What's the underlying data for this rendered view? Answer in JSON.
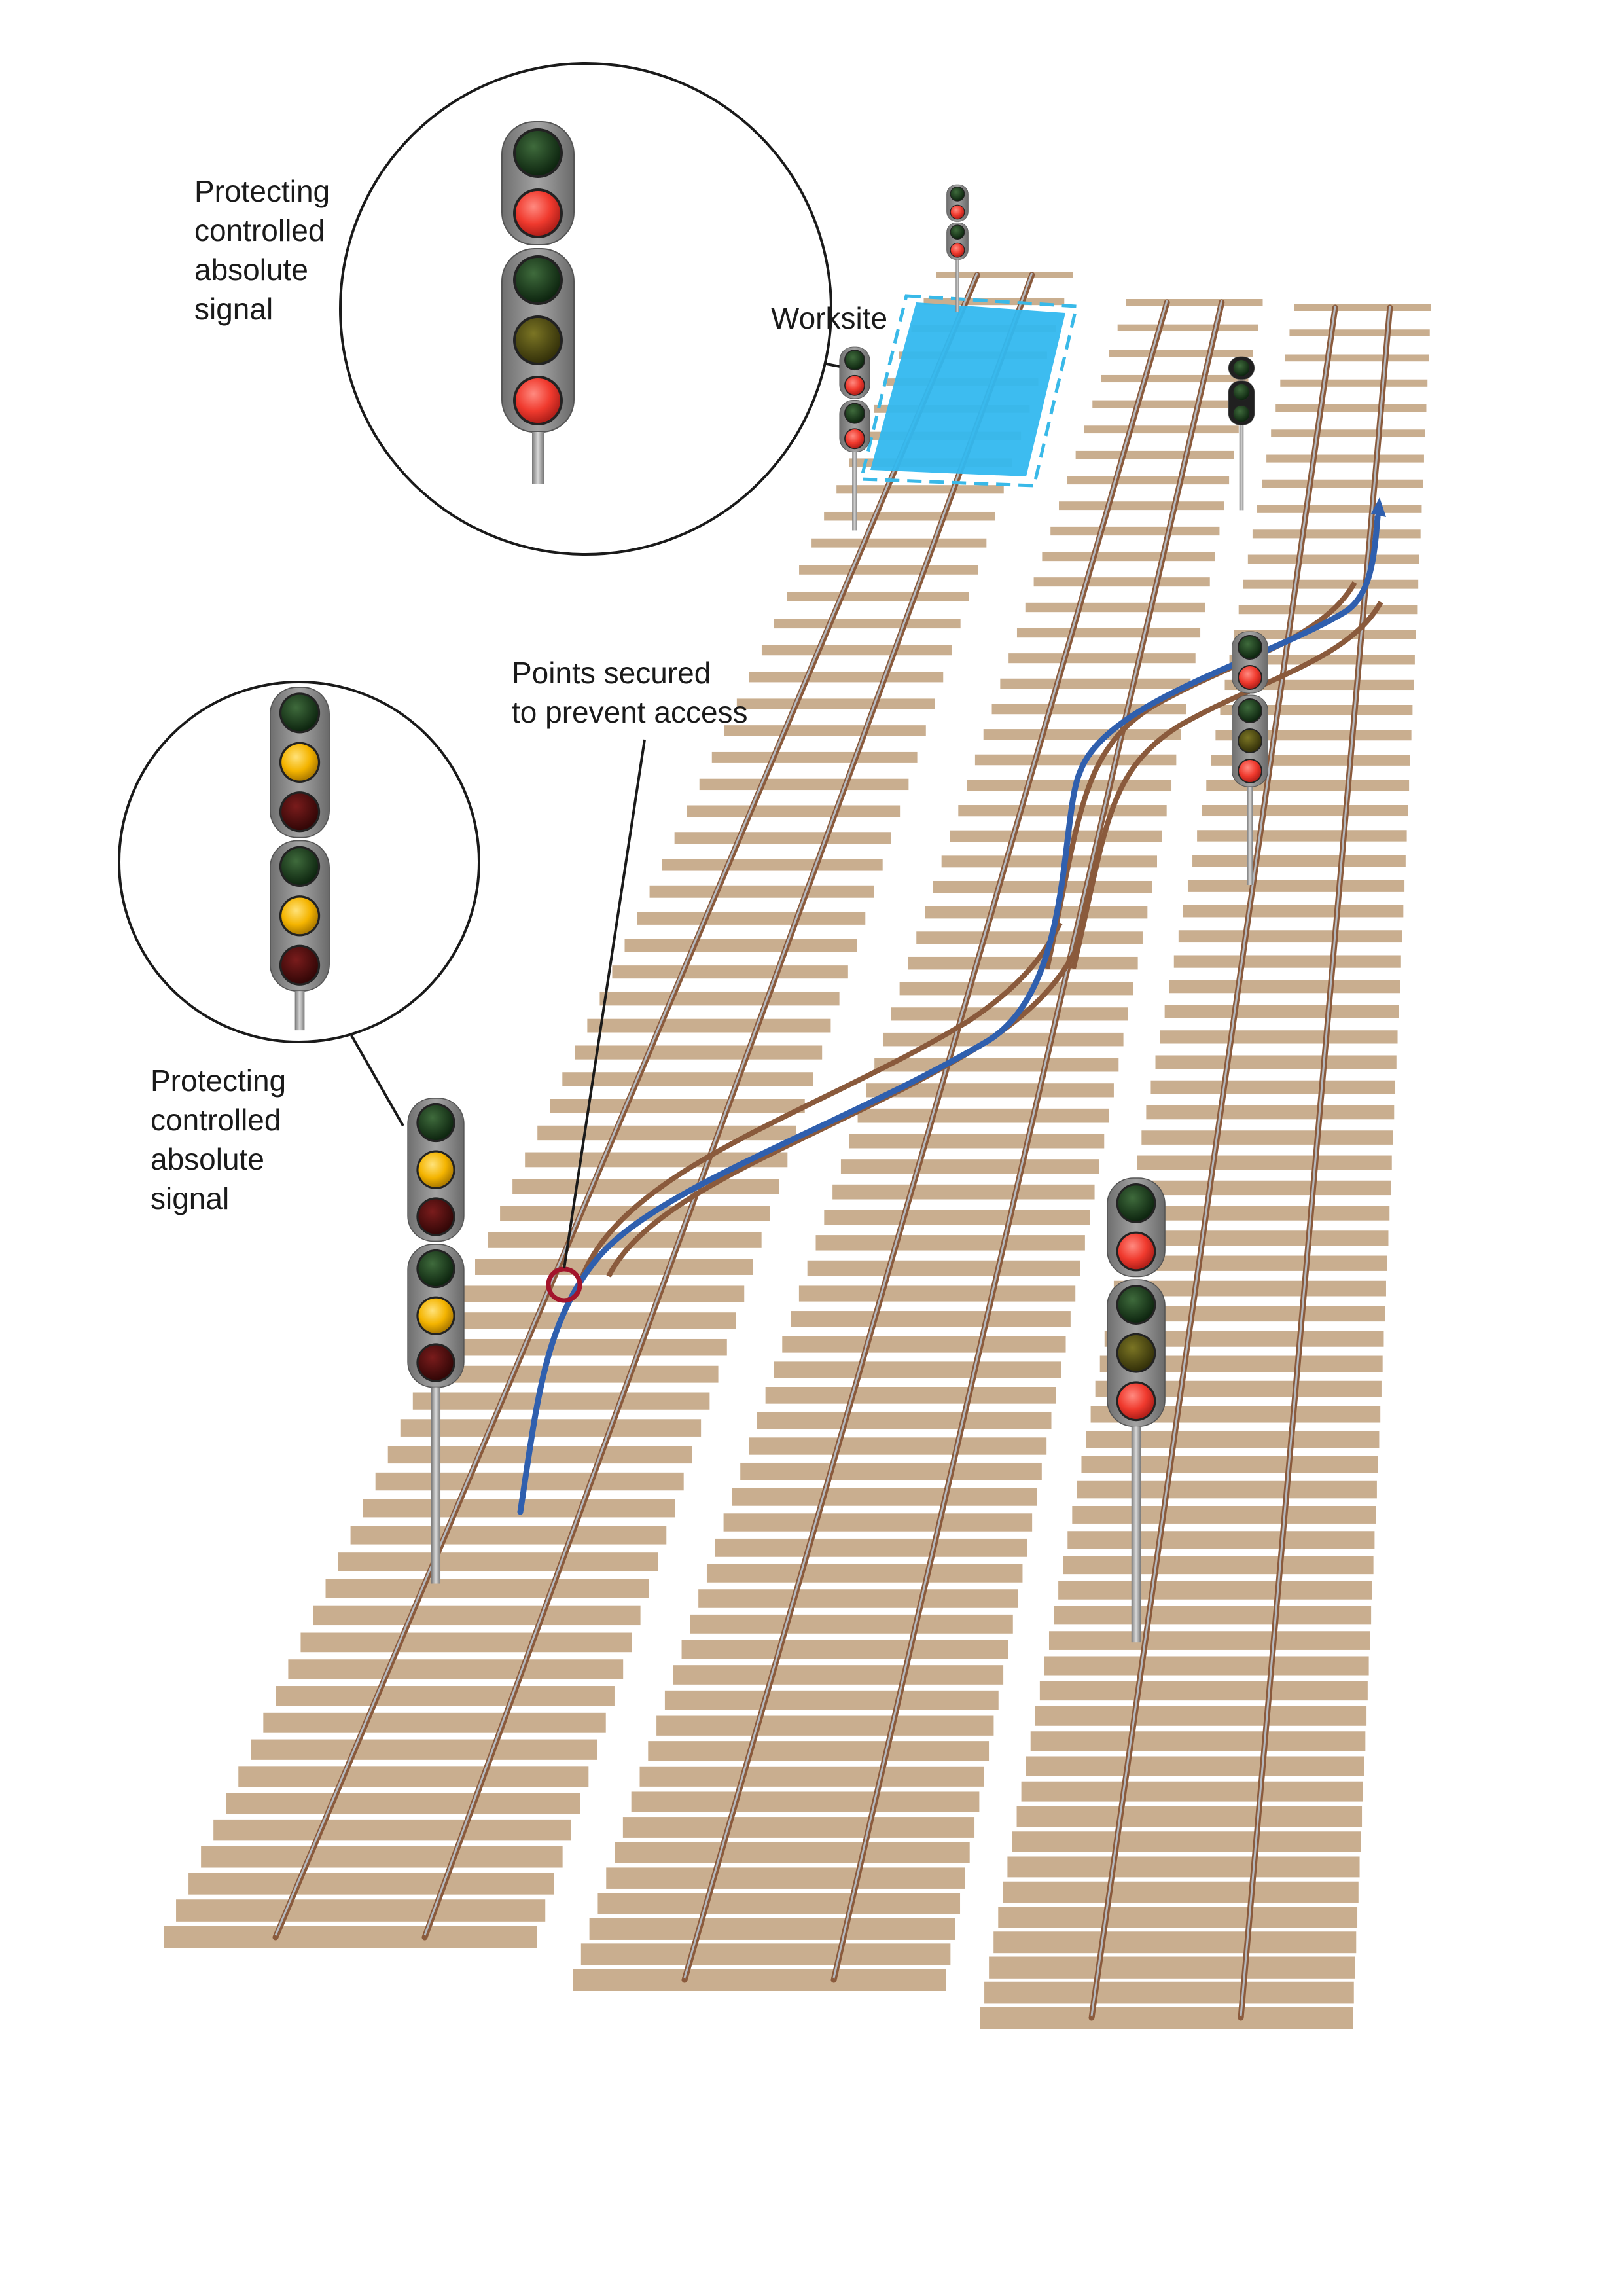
{
  "labels": {
    "signal_top": "Protecting\ncontrolled\nabsolute\nsignal",
    "signal_left": "Protecting\ncontrolled\nabsolute\nsignal",
    "worksite": "Worksite",
    "points": "Points secured\nto prevent access"
  },
  "colors": {
    "rail": "#8a5a3c",
    "sleeper": "#c9ae8f",
    "route": "#2f5fae",
    "worksite_fill": "#33b8ef",
    "worksite_border": "#39b9e8",
    "points_marker": "#a3142c",
    "signal_body": "#8c8c8c",
    "lamp_red": "#f03a2e",
    "lamp_yellow": "#f4b400",
    "lamp_green_off": "#173a1a",
    "lamp_red_off": "#4a0d0d",
    "lamp_yellow_off": "#4d4a10"
  },
  "callouts": {
    "top_aspect": [
      "off-green",
      "red",
      "off-green",
      "off-yellow",
      "red"
    ],
    "left_aspect": [
      "off-green",
      "yellow",
      "off-red",
      "off-green",
      "yellow",
      "off-red"
    ]
  }
}
